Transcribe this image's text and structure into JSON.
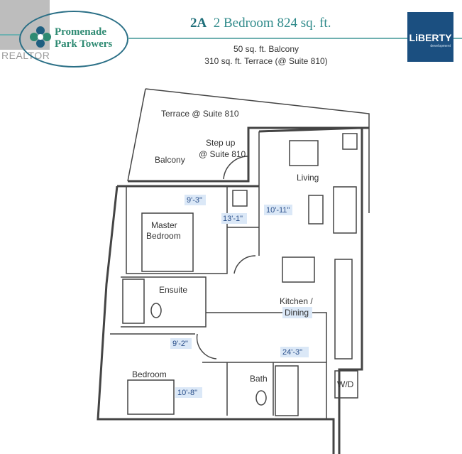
{
  "header": {
    "realtor_mark": "REALTOR",
    "project_logo": {
      "line1": "Promenade",
      "line2": "Park Towers"
    },
    "unit_code": "2A",
    "unit_title": "2 Bedroom 824 sq. ft.",
    "balcony_area": "50 sq. ft. Balcony",
    "terrace_area": "310 sq. ft. Terrace (@ Suite 810)",
    "developer_logo": {
      "name": "LiBERTY",
      "sub": "development"
    }
  },
  "rooms": {
    "terrace": "Terrace @ Suite 810",
    "step_up_1": "Step up",
    "step_up_2": "@ Suite 810",
    "balcony": "Balcony",
    "living": "Living",
    "master_1": "Master",
    "master_2": "Bedroom",
    "ensuite": "Ensuite",
    "kitchen_1": "Kitchen /",
    "kitchen_2": "Dining",
    "bedroom": "Bedroom",
    "bath": "Bath",
    "wd": "W/D"
  },
  "dimensions": {
    "master_width": "9'-3\"",
    "master_depth": "13'-1\"",
    "living_width": "10'-11\"",
    "bedroom_width": "9'-2\"",
    "kitchen_depth": "24'-3\"",
    "bedroom_depth": "10'-8\""
  },
  "colors": {
    "brand_teal": "#2f8a8a",
    "liberty_blue": "#1b4f80",
    "dimension_highlight": "#dbe8f7"
  }
}
